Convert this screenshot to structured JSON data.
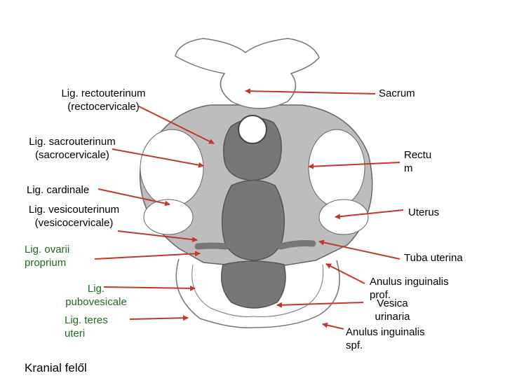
{
  "left_labels": {
    "lig_rectouterinum": "Lig. rectouterinum (rectocervicale)",
    "lig_sacrouterinum": "Lig. sacrouterinum (sacrocervicale)",
    "lig_cardinale": "Lig. cardinale",
    "lig_vesicouterinum": "Lig. vesicouterinum (vesicocervicale)",
    "lig_ovarii_proprium": "Lig. ovarii proprium",
    "lig_pubovesicale": "Lig. pubovesicale",
    "lig_teres_uteri": "Lig. teres uteri"
  },
  "right_labels": {
    "sacrum": "Sacrum",
    "rectum": "Rectum",
    "uterus": "Uterus",
    "tuba_uterina": "Tuba uterina",
    "anulus_inguinalis_prof": "Anulus inguinalis prof.",
    "vesica_urinaria": "Vesica urinaria",
    "anulus_inguinalis_spf": "Anulus inguinalis spf."
  },
  "caption": "Kranial felől",
  "colors": {
    "arrow": "#c0392b",
    "ligament_gray": "#bdbdbd",
    "organ_dark": "#777777",
    "outline": "#666666",
    "green_label": "#1f6b1f"
  }
}
